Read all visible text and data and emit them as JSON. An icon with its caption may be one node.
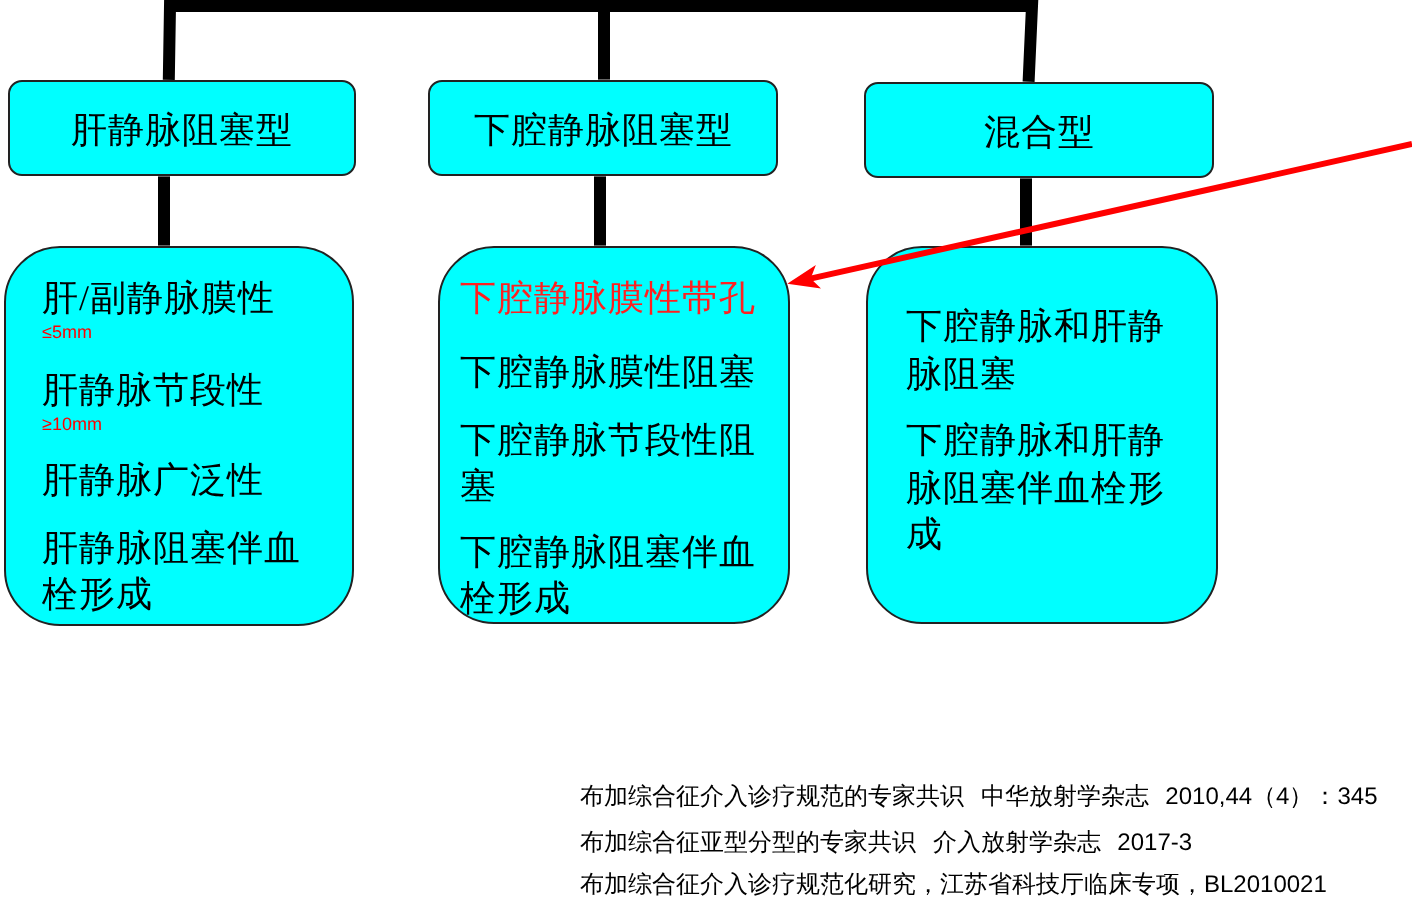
{
  "diagram": {
    "nodes": [
      {
        "text": [
          "肝静脉阻塞型"
        ]
      },
      {
        "text": [
          "下腔静脉阻塞型"
        ]
      },
      {
        "text": [
          "混合型"
        ]
      },
      {
        "text": [
          "肝/副静脉膜性",
          "≤5mm",
          "肝静脉节段性",
          "≥10mm",
          "肝静脉广泛性",
          "肝静脉阻塞伴血栓形成"
        ]
      },
      {
        "text": [
          "下腔静脉膜性带孔",
          "下腔静脉膜性阻塞",
          "下腔静脉节段性阻塞",
          "下腔静脉阻塞伴血栓形成"
        ]
      },
      {
        "text": [
          "下腔静脉和肝静脉阻塞",
          "下腔静脉和肝静脉阻塞伴血栓形成"
        ]
      }
    ],
    "edges": [
      {
        "from": null,
        "to": 0,
        "arrow": "none"
      },
      {
        "from": null,
        "to": 1,
        "arrow": "none"
      },
      {
        "from": null,
        "to": 2,
        "arrow": "none"
      },
      {
        "from": 0,
        "to": 3,
        "arrow": "none"
      },
      {
        "from": 1,
        "to": 4,
        "arrow": "none"
      },
      {
        "from": 2,
        "to": 5,
        "arrow": "none"
      },
      {
        "from": null,
        "to": 4,
        "arrow": "to",
        "color": "#ff0000"
      }
    ],
    "labels": [
      "布加综合征介入诊疗规范的专家共识 中华放射学杂志 2010,44（4）：345",
      "布加综合征亚型分型的专家共识 介入放射学杂志 2017-3",
      "布加综合征介入诊疗规范化研究，江苏省科技厅临床专项，BL2010021"
    ]
  }
}
